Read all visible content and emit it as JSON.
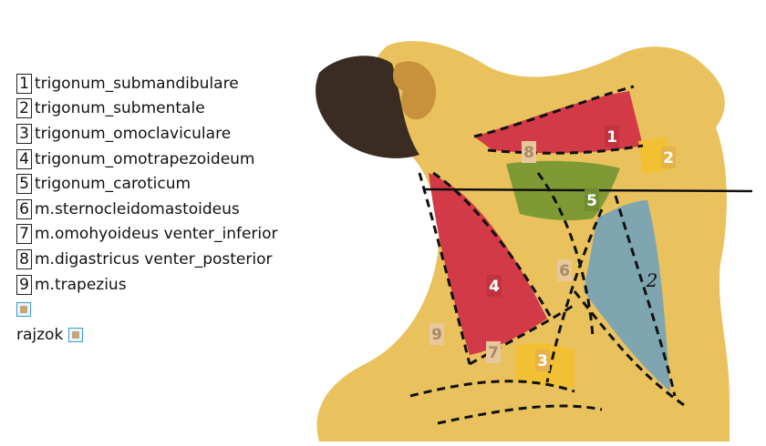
{
  "legend": {
    "items": [
      {
        "num": "1",
        "label": "trigonum_submandibulare"
      },
      {
        "num": "2",
        "label": "trigonum_submentale"
      },
      {
        "num": "3",
        "label": "trigonum_omoclaviculare"
      },
      {
        "num": "4",
        "label": "trigonum_omotrapezoideum"
      },
      {
        "num": "5",
        "label": "trigonum_caroticum"
      },
      {
        "num": "6",
        "label": "m.sternocleidomastoideus"
      },
      {
        "num": "7",
        "label": "m.omohyoideus venter_inferior"
      },
      {
        "num": "8",
        "label": "m.digastricus venter_posterior"
      },
      {
        "num": "9",
        "label": "m.trapezius"
      }
    ],
    "footer_label": "rajzok"
  },
  "figure": {
    "labels": [
      "1",
      "2",
      "3",
      "4",
      "5",
      "6",
      "7",
      "8",
      "9"
    ],
    "printed_number": "2",
    "colors": {
      "skin": "#e9c25e",
      "skin_dark": "#c8923a",
      "red": "#d23a47",
      "green": "#7f9a35",
      "blue": "#7fa6b0",
      "yellow": "#f1c033",
      "hair": "#3a2c22"
    }
  }
}
